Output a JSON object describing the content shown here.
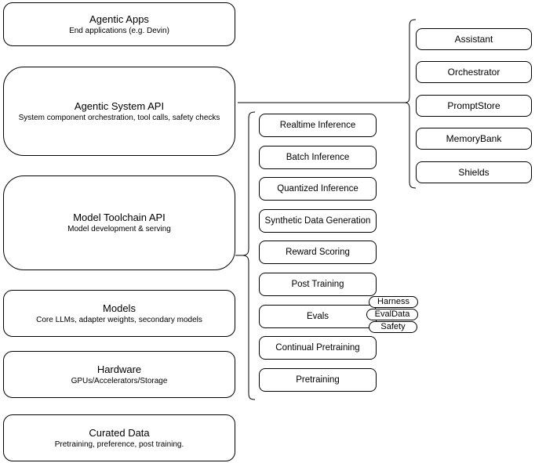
{
  "diagram": {
    "colors": {
      "stroke": "#000000",
      "fill": "#ffffff",
      "background": "#ffffff"
    },
    "left_column": [
      {
        "title": "Agentic Apps",
        "subtitle": "End applications (e.g. Devin)"
      },
      {
        "title": "Agentic System API",
        "subtitle": "System component orchestration, tool calls, safety checks"
      },
      {
        "title": "Model Toolchain API",
        "subtitle": "Model development & serving"
      },
      {
        "title": "Models",
        "subtitle": "Core LLMs, adapter weights, secondary models"
      },
      {
        "title": "Hardware",
        "subtitle": "GPUs/Accelerators/Storage"
      },
      {
        "title": "Curated Data",
        "subtitle": "Pretraining, preference, post training."
      }
    ],
    "toolchain_items": [
      "Realtime Inference",
      "Batch Inference",
      "Quantized Inference",
      "Synthetic Data Generation",
      "Reward Scoring",
      "Post Training",
      "Evals",
      "Continual Pretraining",
      "Pretraining"
    ],
    "system_components": [
      "Assistant",
      "Orchestrator",
      "PromptStore",
      "MemoryBank",
      "Shields"
    ],
    "eval_tags": [
      "Harness",
      "EvalData",
      "Safety"
    ]
  }
}
